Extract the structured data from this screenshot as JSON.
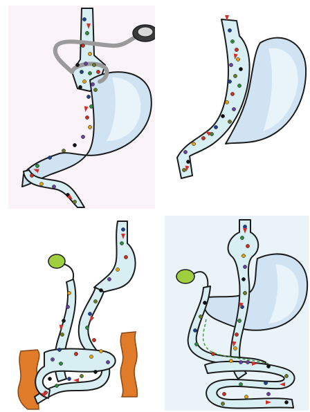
{
  "colors": {
    "stomach_fill": "#cfe3f3",
    "stomach_highlight": "#eef6fb",
    "tube_fill": "#d7eef2",
    "outline": "#1b1b1b",
    "band": "#9a9a9a",
    "gallbladder": "#9fcf3e",
    "colon": "#e07b2a",
    "arrow": "#d2302b",
    "panel1_bg": "#faf3f7",
    "panel4_bg": "#eaf4f8"
  },
  "dot_colors": [
    "#1f3f8f",
    "#2e8b3c",
    "#c8301f",
    "#e0a012",
    "#6b3fa0",
    "#111111",
    "#6a7a22"
  ],
  "panels": [
    {
      "id": "gastric-band",
      "icon": "adjustable-gastric-band"
    },
    {
      "id": "sleeve-gastrectomy",
      "icon": "sleeve-gastrectomy"
    },
    {
      "id": "biliopancreatic-diversion",
      "icon": "biliopancreatic-diversion"
    },
    {
      "id": "gastric-bypass",
      "icon": "roux-en-y-gastric-bypass"
    }
  ]
}
